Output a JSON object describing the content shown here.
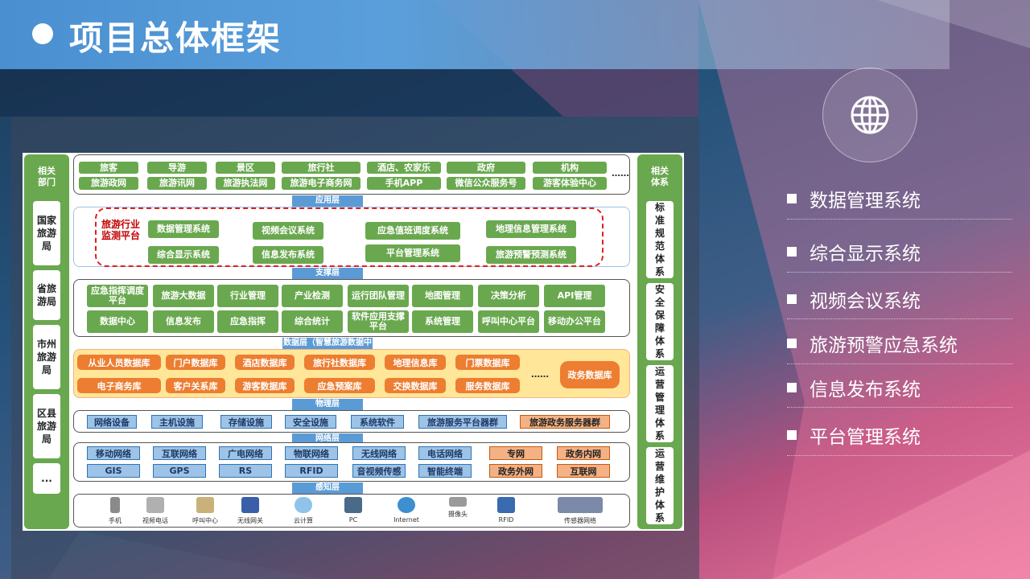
{
  "title": "项目总体框架",
  "left_column": {
    "header": "相关部门",
    "items": [
      "国家旅游局",
      "省旅游局",
      "市州旅游局",
      "区县旅游局",
      "..."
    ]
  },
  "right_column": {
    "header": "相关体系",
    "items": [
      "标准规范体系",
      "安全保障体系",
      "运营管理体系",
      "运营维护体系"
    ]
  },
  "application": {
    "row1": [
      "旅客",
      "导游",
      "景区",
      "旅行社",
      "酒店、农家乐",
      "政府",
      "机构"
    ],
    "row2": [
      "旅游政网",
      "旅游讯网",
      "旅游执法网",
      "旅游电子商务网",
      "手机APP",
      "微信公众服务号",
      "游客体验中心"
    ],
    "more": "……",
    "label": "应用层"
  },
  "platform": {
    "name": "旅游行业监测平台",
    "systems": [
      "数据管理系统",
      "视频会议系统",
      "应急值班调度系统",
      "地理信息管理系统",
      "综合显示系统",
      "信息发布系统",
      "平台管理系统",
      "旅游预警预测系统"
    ],
    "label": "支撑层"
  },
  "support": {
    "row1": [
      "应急指挥调度平台",
      "旅游大数据",
      "行业管理",
      "产业检测",
      "运行团队管理",
      "地图管理",
      "决策分析",
      "API管理"
    ],
    "row2": [
      "数据中心",
      "信息发布",
      "应急指挥",
      "综合统计",
      "软件应用支撑平台",
      "系统管理",
      "呼叫中心平台",
      "移动办公平台"
    ],
    "label": "数据层（智慧旅游数据中心）"
  },
  "data": {
    "row1": [
      "从业人员数据库",
      "门户数据库",
      "酒店数据库",
      "旅行社数据库",
      "地理信息库",
      "门票数据库"
    ],
    "row2": [
      "电子商务库",
      "客户关系库",
      "游客数据库",
      "应急预案库",
      "交换数据库",
      "服务数据库"
    ],
    "more": "……",
    "gov_db": "政务数据库",
    "label": "物理层"
  },
  "physical": {
    "items": [
      "网络设备",
      "主机设施",
      "存储设施",
      "安全设施",
      "系统软件",
      "旅游服务平台器群",
      "旅游政务服务器群"
    ],
    "label": "网络层"
  },
  "network": {
    "row1": [
      "移动网络",
      "互联网络",
      "广电网络",
      "物联网络",
      "无线网络",
      "电话网络",
      "专网",
      "政务内网"
    ],
    "row2": [
      "GIS",
      "GPS",
      "RS",
      "RFID",
      "音视频传感",
      "智能终端",
      "政务外网",
      "互联网"
    ],
    "label": "感知层"
  },
  "devices": [
    "手机",
    "视频电话",
    "呼叫中心",
    "无线网关",
    "云计算",
    "PC",
    "Internet",
    "摄像头",
    "RFID",
    "传感器网络"
  ],
  "bullets": [
    "数据管理系统",
    "综合显示系统",
    "视频会议系统",
    "旅游预警应急系统",
    "信息发布系统",
    "平台管理系统"
  ],
  "colors": {
    "green": "#6aa84f",
    "orange": "#ed7d31",
    "blue": "#9dc3e6",
    "peach": "#f4b183",
    "label_blue": "#5b9bd5",
    "red_dash": "#e02020"
  },
  "icon": "globe-icon"
}
